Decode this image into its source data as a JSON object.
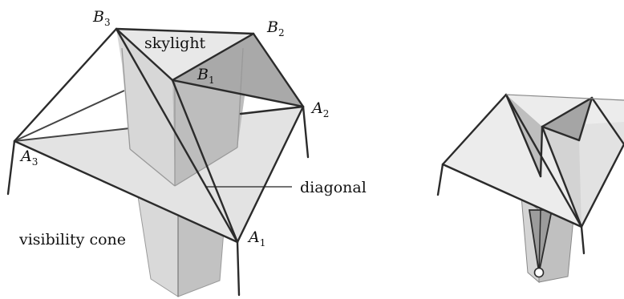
{
  "labels": {
    "b3": "B",
    "b3_sub": "3",
    "b2": "B",
    "b2_sub": "2",
    "b1": "B",
    "b1_sub": "1",
    "a1": "A",
    "a1_sub": "1",
    "a2": "A",
    "a2_sub": "2",
    "a3": "A",
    "a3_sub": "3",
    "skylight": "skylight",
    "diagonal": "diagonal",
    "visibility_cone": "visibility cone"
  },
  "colors": {
    "outline": "#2b2b2b",
    "light_face": "#e6e6e6",
    "mid_face": "#cfcfcf",
    "dark_face": "#a8a8a8",
    "pillar_light": "#dcdcdc",
    "pillar_mid": "#c4c4c4",
    "pillar_dark": "#b0b0b0"
  },
  "icons": {
    "eye_point": "white-circle"
  }
}
